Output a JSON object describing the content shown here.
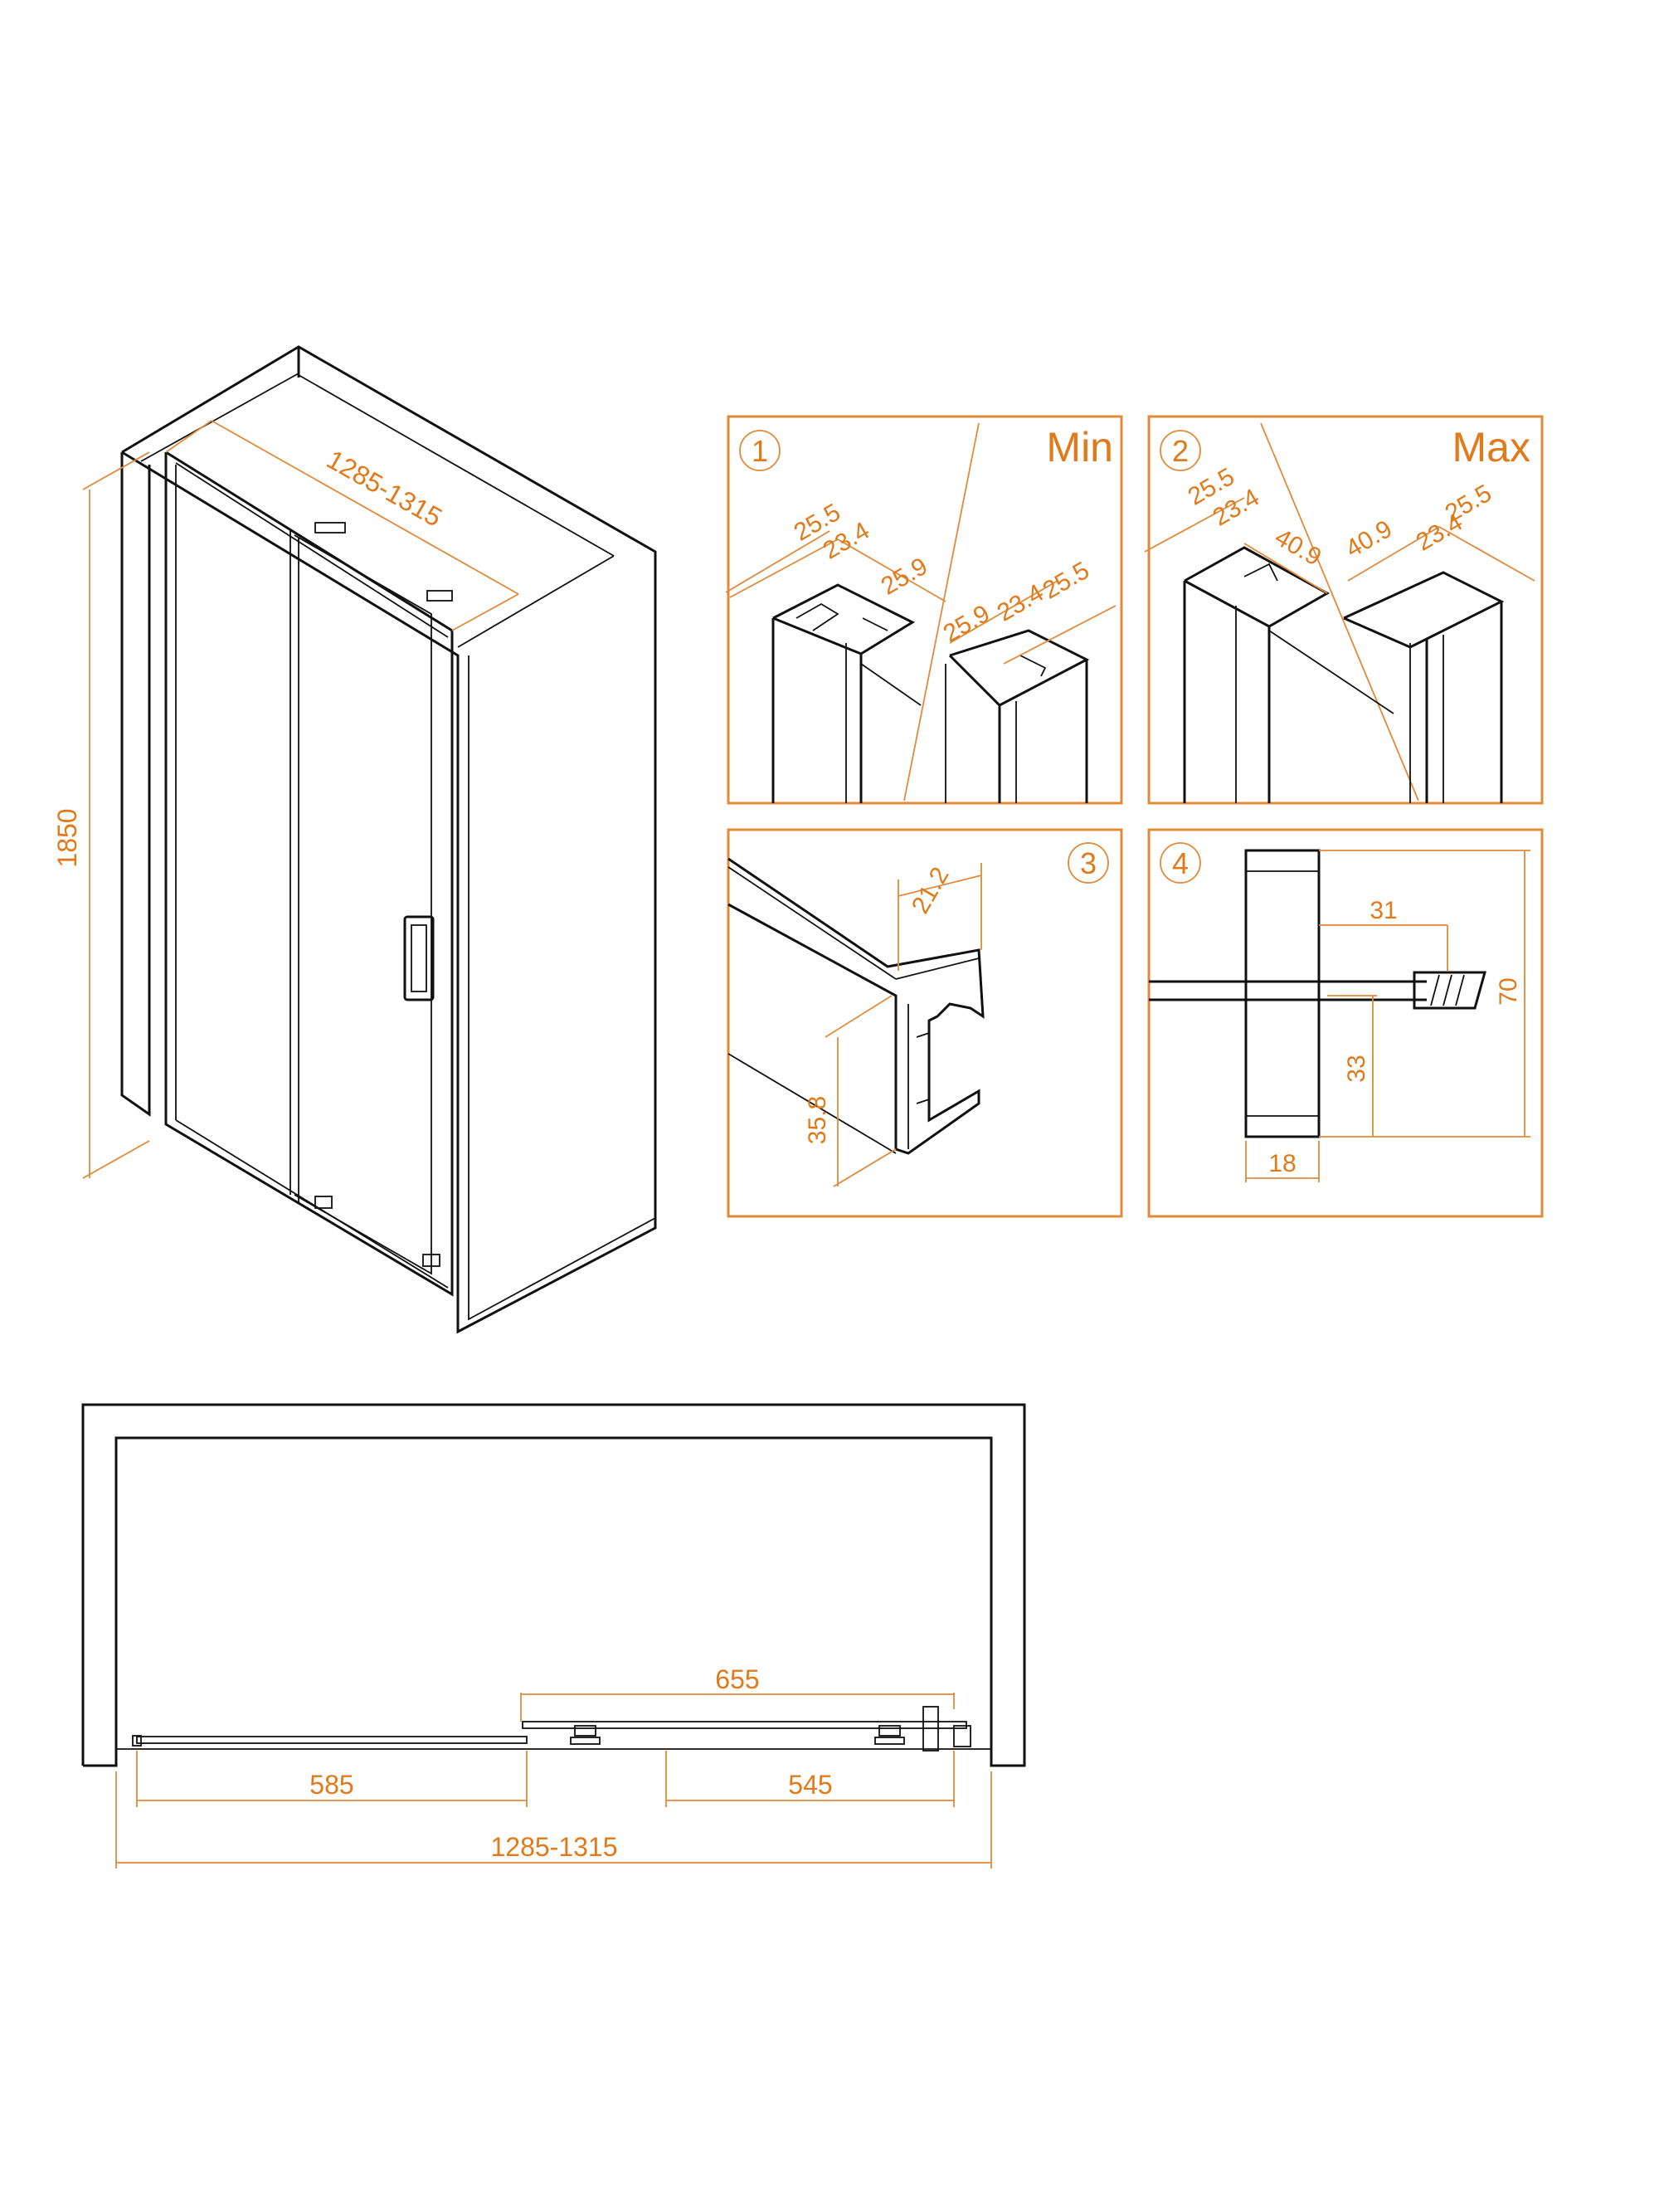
{
  "iso_view": {
    "width_label": "1285-1315",
    "height_label": "1850"
  },
  "panels": [
    {
      "number": "1",
      "mode": "Min",
      "labels": {
        "a": "25.5",
        "b": "23.4",
        "c": "25.9",
        "d": "25.9",
        "e": "25.5",
        "f": "23.4"
      }
    },
    {
      "number": "2",
      "mode": "Max",
      "labels": {
        "a": "25.5",
        "b": "23.4",
        "c": "40.9",
        "d": "40.9",
        "e": "25.5",
        "f": "23.4"
      }
    },
    {
      "number": "3",
      "mode": "",
      "labels": {
        "top": "21.2",
        "side": "35.8"
      }
    },
    {
      "number": "4",
      "mode": "",
      "labels": {
        "gap": "31",
        "height": "70",
        "lower": "33",
        "width": "18"
      }
    }
  ],
  "plan_view": {
    "top_label": "655",
    "left_label": "585",
    "right_label": "545",
    "total_label": "1285-1315"
  },
  "colors": {
    "dimension": "#e07a1a",
    "line": "#111111",
    "frame": "#e08a3a"
  }
}
